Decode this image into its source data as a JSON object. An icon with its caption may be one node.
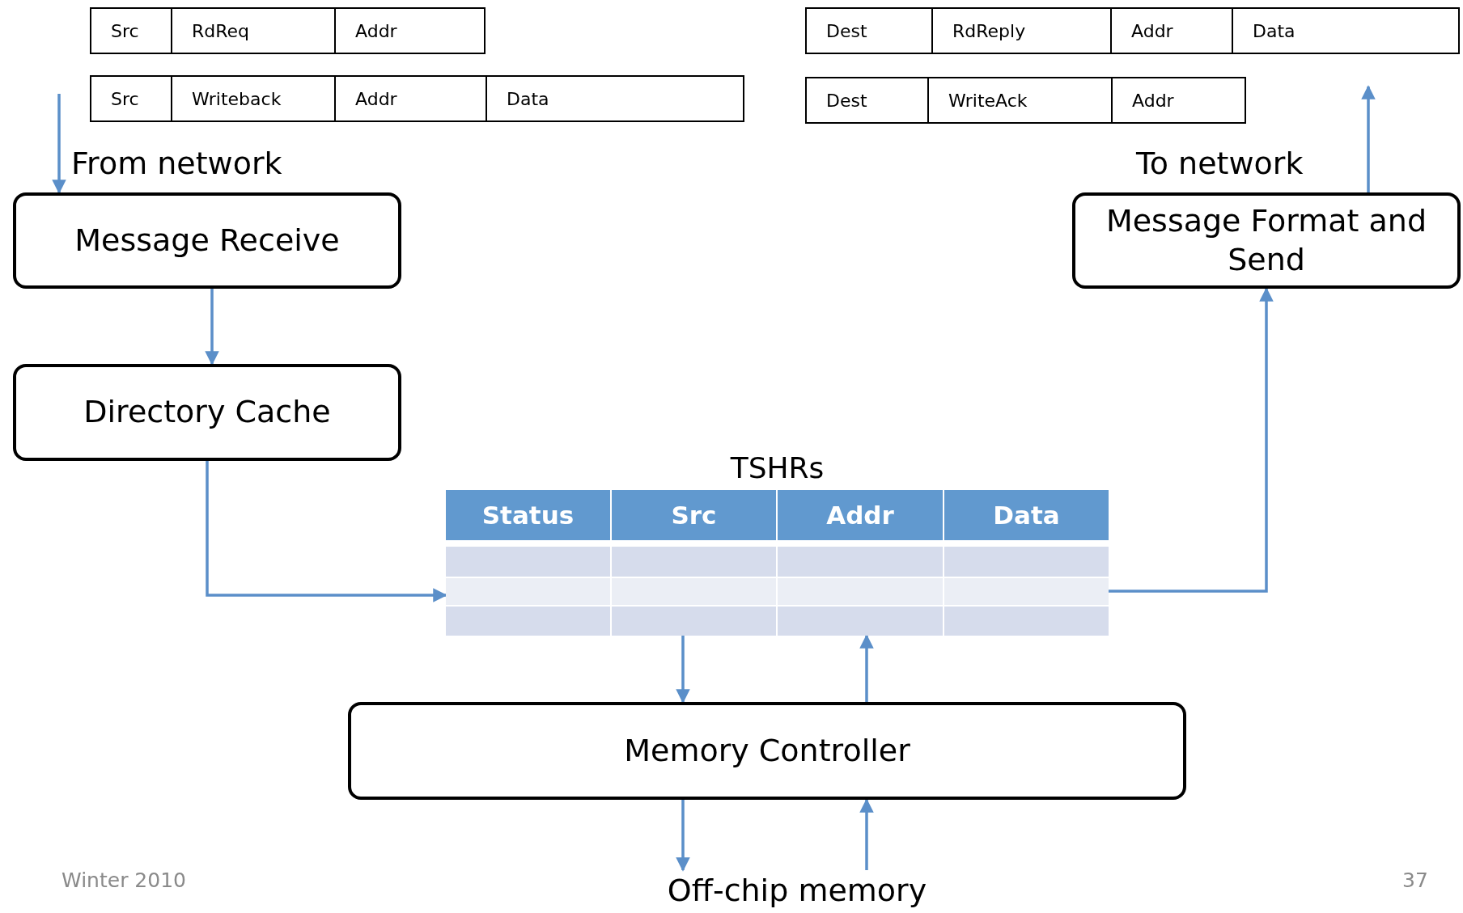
{
  "diagram": {
    "nodes": [
      {
        "text": [
          "Message Receive"
        ]
      },
      {
        "text": [
          "Directory Cache"
        ]
      },
      {
        "text": [
          "TSHRs"
        ]
      },
      {
        "text": [
          "Memory Controller"
        ]
      },
      {
        "text": [
          "Message Format and Send"
        ]
      },
      {
        "text": [
          "Off-chip memory"
        ]
      }
    ],
    "edges": [
      {
        "from": null,
        "to": 0,
        "arrow": "to"
      },
      {
        "from": 0,
        "to": 1,
        "arrow": "to"
      },
      {
        "from": 1,
        "to": 2,
        "arrow": "to"
      },
      {
        "from": 2,
        "to": 4,
        "arrow": "to"
      },
      {
        "from": 2,
        "to": 3,
        "arrow": "to"
      },
      {
        "from": 3,
        "to": 2,
        "arrow": "to"
      },
      {
        "from": 3,
        "to": 5,
        "arrow": "to"
      },
      {
        "from": 5,
        "to": 3,
        "arrow": "to"
      },
      {
        "from": 4,
        "to": null,
        "arrow": "to"
      }
    ],
    "labels": [
      "Src",
      "RdReq",
      "Addr",
      "Dest",
      "RdReply",
      "Addr",
      "Data",
      "Src",
      "Writeback",
      "Addr",
      "Data",
      "Dest",
      "WriteAck",
      "Addr",
      "From network",
      "To network",
      "Status",
      "Src",
      "Addr",
      "Data",
      "Winter 2010",
      "37"
    ]
  }
}
